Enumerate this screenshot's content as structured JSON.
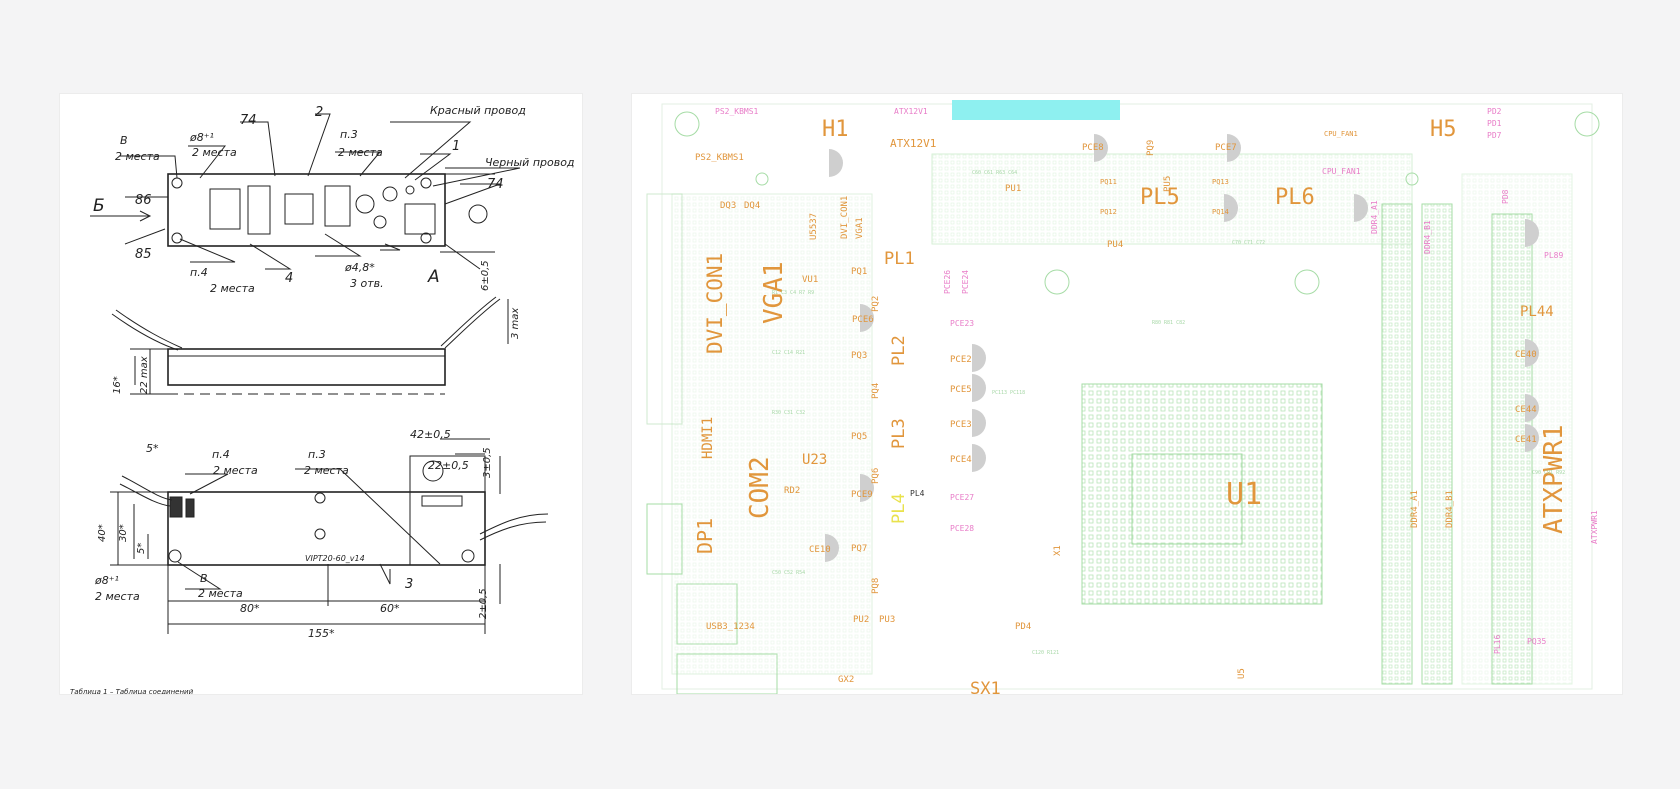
{
  "drawing": {
    "view_labels": [
      "Б",
      "А"
    ],
    "annotations": {
      "top": [
        "В",
        "2 места",
        "ø8⁺¹",
        "2 места",
        "74",
        "2",
        "п.3",
        "2 места",
        "Красный провод",
        "1",
        "Черный провод",
        "74",
        "86",
        "85",
        "п.4",
        "2 места",
        "4",
        "ø4,8*",
        "3 отв.",
        "6±0,5"
      ],
      "side": [
        "3 max",
        "16*",
        "22 max"
      ],
      "bottom": [
        "5*",
        "п.4",
        "2 места",
        "п.3",
        "2 места",
        "42±0,5",
        "22±0,5",
        "3±0,5",
        "40*",
        "30*",
        "5*",
        "ø8⁺¹",
        "2 места",
        "В",
        "2 места",
        "VIPT20-60_v14",
        "3",
        "80*",
        "60*",
        "155*",
        "2±0,5"
      ]
    },
    "footer_text": "Таблица 1 – Таблица соединений"
  },
  "pcb": {
    "colors": {
      "big_label": "#e1963c",
      "small_label": "#e87dc8",
      "silk": "#9bd49b",
      "highlight": "#8ef0f0"
    },
    "big_labels": [
      "H1",
      "H5",
      "PL1",
      "PL2",
      "PL3",
      "PL4",
      "PL5",
      "PL6",
      "PL44",
      "VGA1",
      "DVI_CON1",
      "COM2",
      "U1",
      "U23",
      "ATXPWR1",
      "DP1",
      "HDMI1",
      "SX1",
      "ATX12V1"
    ],
    "mid_labels": [
      "PS2_KBMS1",
      "DQ3",
      "DQ4",
      "VU1",
      "PQ1",
      "PQ2",
      "PQ3",
      "PQ4",
      "PQ5",
      "PQ6",
      "PQ7",
      "PQ8",
      "PQ9",
      "PU1",
      "PU2",
      "PU3",
      "PU4",
      "PU5",
      "PCE6",
      "PCE9",
      "PCE8",
      "PCE7",
      "PCE2",
      "PCE5",
      "PCE3",
      "PCE4",
      "CE10",
      "CE40",
      "CE44",
      "CE41",
      "RD2",
      "X1",
      "PD4",
      "U5",
      "GX2",
      "USB3_1234",
      "DDR4_A1",
      "DDR4_B1",
      "U5537",
      "DVI_CON1",
      "VGA1",
      "CPU_FAN1",
      "PQ13",
      "PQ14",
      "PQ11",
      "PQ12"
    ],
    "small_labels": [
      "PS2_KBMS1",
      "ATX12V1",
      "CPU_FAN1",
      "DDR4_A1",
      "DDR4_B1",
      "PCE23",
      "PCE27",
      "PCE28",
      "PCE26",
      "PCE24",
      "PL4",
      "ATXPWR1",
      "PD2",
      "PD1",
      "PD7",
      "PD8",
      "PL16",
      "PQ35",
      "PL89"
    ]
  }
}
